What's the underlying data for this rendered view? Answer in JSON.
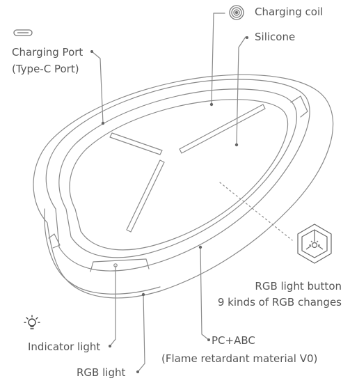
{
  "labels": {
    "charging_coil": "Charging coil",
    "silicone": "Silicone",
    "charging_port_line1": "Charging Port",
    "charging_port_line2": "(Type-C Port)",
    "rgb_button_line1": "RGB light button",
    "rgb_button_line2": "9 kinds of RGB changes",
    "indicator_light": "Indicator light",
    "pc_abc_line1": "PC+ABC",
    "pc_abc_line2": "(Flame retardant material V0)",
    "rgb_light": "RGB light"
  },
  "colors": {
    "line": "#8a8a8a",
    "text": "#555555",
    "dot": "#666666"
  },
  "icons": {
    "coil": "concentric-circles-icon",
    "port": "usb-c-port-icon",
    "bulb": "light-bulb-icon",
    "rgb_button": "hexagon-button-icon"
  }
}
